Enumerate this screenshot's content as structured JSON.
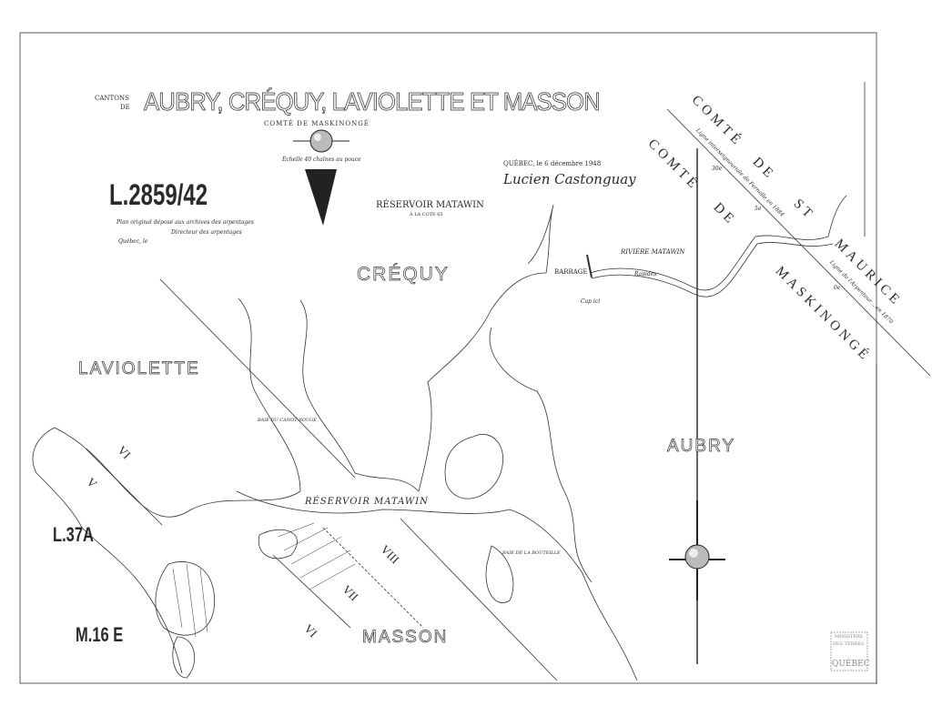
{
  "title": {
    "prefix_1": "CANTONS",
    "prefix_2": "DE",
    "main": "AUBRY, CRÉQUY, LAVIOLETTE ET MASSON",
    "subtitle": "COMTÉ DE MASKINONGÉ",
    "scale": "Échelle 40 chaînes au pouce"
  },
  "plan_number": "L.2859/42",
  "notes": {
    "line1": "Plan original déposé aux archives des arpentages",
    "line2": "Directeur des arpentages",
    "line3": "Québec, le"
  },
  "signature": {
    "place_date": "QUÉBEC, le 6 décembre 1948",
    "name": "Lucien Castonguay"
  },
  "reservoir_header": {
    "name": "RÉSERVOIR MATAWIN",
    "elevation": "À LA COTE 65"
  },
  "cantons": {
    "crequy": "CRÉQUY",
    "laviolette": "LAVIOLETTE",
    "aubry": "AUBRY",
    "masson": "MASSON"
  },
  "labels": {
    "barrage": "BARRAGE",
    "riviere": "RIVIÈRE MATAWIN",
    "rapides": "Rapides",
    "cap": "Cap ici",
    "baie_canot": "BAIE DU CANOT ROUGE",
    "reservoir": "RÉSERVOIR MATAWIN",
    "baie_bouteille": "BAIE DE LA BOUTEILLE"
  },
  "counties": {
    "st_maurice": [
      "COMTÉ",
      "DE",
      "ST",
      "MAURICE"
    ],
    "maskinonge": [
      "COMTÉ",
      "DE",
      "MASKINONGÉ"
    ],
    "line_upper": "Ligne interseigneuriale de Fernelle en 1884",
    "line_lower": "Ligne de l'Arpenteur ...en 1870",
    "mile_markers": [
      "30e",
      "5e",
      "0e"
    ]
  },
  "ranges": {
    "v": "V",
    "vi_a": "VI",
    "vi_b": "VI",
    "vii": "VII",
    "viii": "VIII"
  },
  "sheet_refs": {
    "l37a": "L.37A",
    "m16e": "M.16 E"
  },
  "stamp": {
    "line1": "MINISTÈRE",
    "line2": "DES TERRES",
    "line3": "QUÉBEC"
  }
}
